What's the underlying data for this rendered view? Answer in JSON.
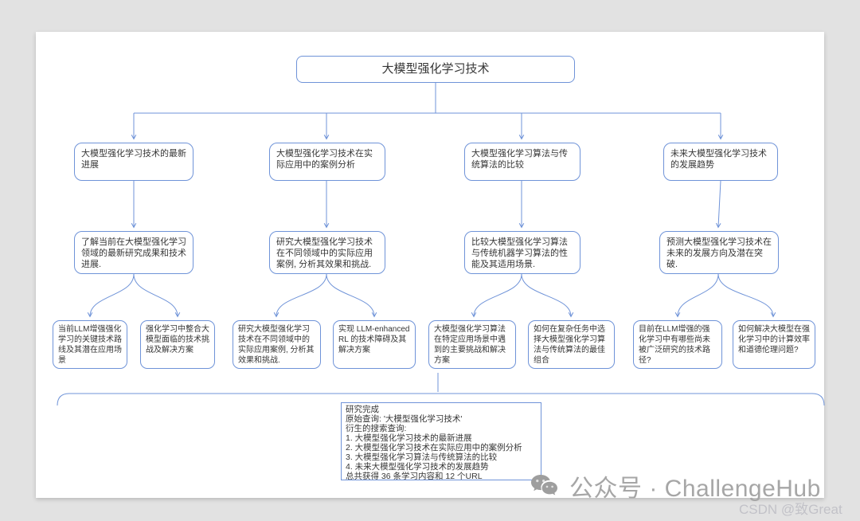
{
  "root": {
    "text": "大模型强化学习技术"
  },
  "level2": [
    {
      "text": "大模型强化学习技术的最新进展"
    },
    {
      "text": "大模型强化学习技术在实际应用中的案例分析"
    },
    {
      "text": "大模型强化学习算法与传统算法的比较"
    },
    {
      "text": "未来大模型强化学习技术的发展趋势"
    }
  ],
  "level3": [
    {
      "text": "了解当前在大模型强化学习领域的最新研究成果和技术进展."
    },
    {
      "text": "研究大模型强化学习技术在不同领域中的实际应用案例, 分析其效果和挑战."
    },
    {
      "text": "比较大模型强化学习算法与传统机器学习算法的性能及其适用场景."
    },
    {
      "text": "预测大模型强化学习技术在未来的发展方向及潜在突破."
    }
  ],
  "level4": [
    {
      "text": "当前LLM增强强化学习的关键技术路线及其潜在应用场景"
    },
    {
      "text": "强化学习中整合大模型面临的技术挑战及解决方案"
    },
    {
      "text": "研究大模型强化学习技术在不同领域中的实际应用案例, 分析其效果和挑战."
    },
    {
      "text": "实现 LLM-enhanced RL 的技术障碍及其解决方案"
    },
    {
      "text": "大模型强化学习算法在特定应用场景中遇到的主要挑战和解决方案"
    },
    {
      "text": "如何在复杂任务中选择大模型强化学习算法与传统算法的最佳组合"
    },
    {
      "text": "目前在LLM增强的强化学习中有哪些尚未被广泛研究的技术路径?"
    },
    {
      "text": "如何解决大模型在强化学习中的计算效率和道德伦理问题?"
    }
  ],
  "summary": {
    "lines": [
      "研究完成",
      "原始查询: '大模型强化学习技术'",
      "衍生的搜索查询:",
      "1. 大模型强化学习技术的最新进展",
      "2. 大模型强化学习技术在实际应用中的案例分析",
      "3. 大模型强化学习算法与传统算法的比较",
      "4. 未来大模型强化学习技术的发展趋势",
      "总共获得 36 条学习内容和 12 个URL"
    ]
  },
  "watermark": {
    "wechat_label": "公众号 · ChallengeHub",
    "csdn_label": "CSDN @致Great",
    "icon": "wechat-icon"
  },
  "colors": {
    "accent": "#6F93D8",
    "background": "#E2E2E2",
    "canvas": "#FFFFFF",
    "text": "#363636",
    "watermark_gray": "#A6A6A6",
    "csdn_gray": "#C2C2C8"
  }
}
